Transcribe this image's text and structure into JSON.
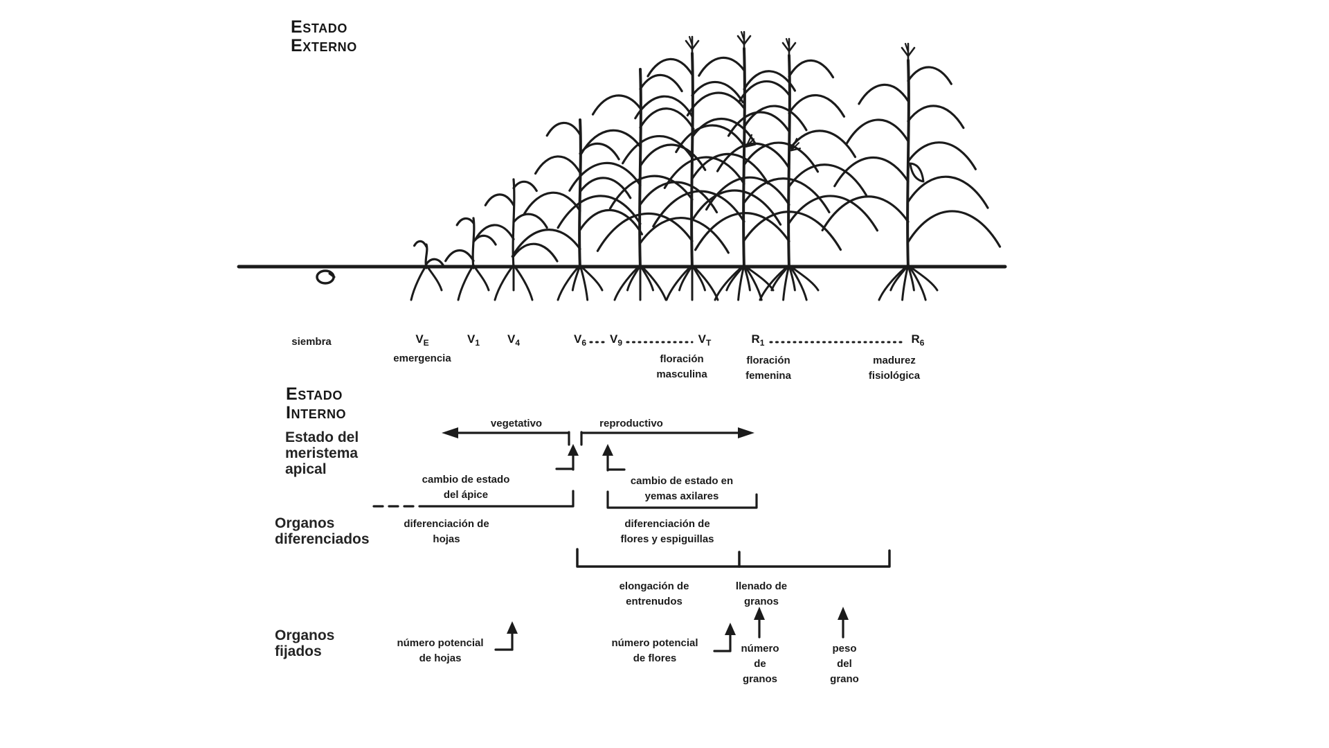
{
  "headings": {
    "external": [
      "Estado",
      "Externo"
    ],
    "internal": [
      "Estado",
      "Interno"
    ]
  },
  "row_labels": {
    "meristem": [
      "Estado del",
      "meristema",
      "apical"
    ],
    "organs_diff": [
      "Organos",
      "diferenciados"
    ],
    "organs_fixed": [
      "Organos",
      "fijados"
    ]
  },
  "timeline": {
    "siembra": "siembra",
    "stages": [
      {
        "base": "V",
        "sub": "E"
      },
      {
        "base": "V",
        "sub": "1"
      },
      {
        "base": "V",
        "sub": "4"
      },
      {
        "base": "V",
        "sub": "6"
      },
      {
        "base": "V",
        "sub": "9"
      },
      {
        "base": "V",
        "sub": "T"
      },
      {
        "base": "R",
        "sub": "1"
      },
      {
        "base": "R",
        "sub": "6"
      }
    ],
    "captions": {
      "emergencia": "emergencia",
      "masculina": [
        "floración",
        "masculina"
      ],
      "femenina": [
        "floración",
        "femenina"
      ],
      "madurez": [
        "madurez",
        "fisiológica"
      ]
    }
  },
  "meristem_section": {
    "vegetativo": "vegetativo",
    "reproductivo": "reproductivo",
    "cambio_apice": [
      "cambio de estado",
      "del ápice"
    ],
    "cambio_yemas": [
      "cambio de estado en",
      "yemas axilares"
    ]
  },
  "organs_diff_section": {
    "dif_hojas": [
      "diferenciación de",
      "hojas"
    ],
    "dif_flores": [
      "diferenciación de",
      "flores y espiguillas"
    ],
    "elongacion": [
      "elongación de",
      "entrenudos"
    ],
    "llenado": [
      "llenado de",
      "granos"
    ]
  },
  "organs_fixed_section": {
    "num_hojas": [
      "número potencial",
      "de hojas"
    ],
    "num_flores": [
      "número potencial",
      "de flores"
    ],
    "num_granos": [
      "número",
      "de",
      "granos"
    ],
    "peso_grano": [
      "peso",
      "del",
      "grano"
    ]
  },
  "colors": {
    "ink": "#1b1b1b",
    "background": "#ffffff"
  }
}
